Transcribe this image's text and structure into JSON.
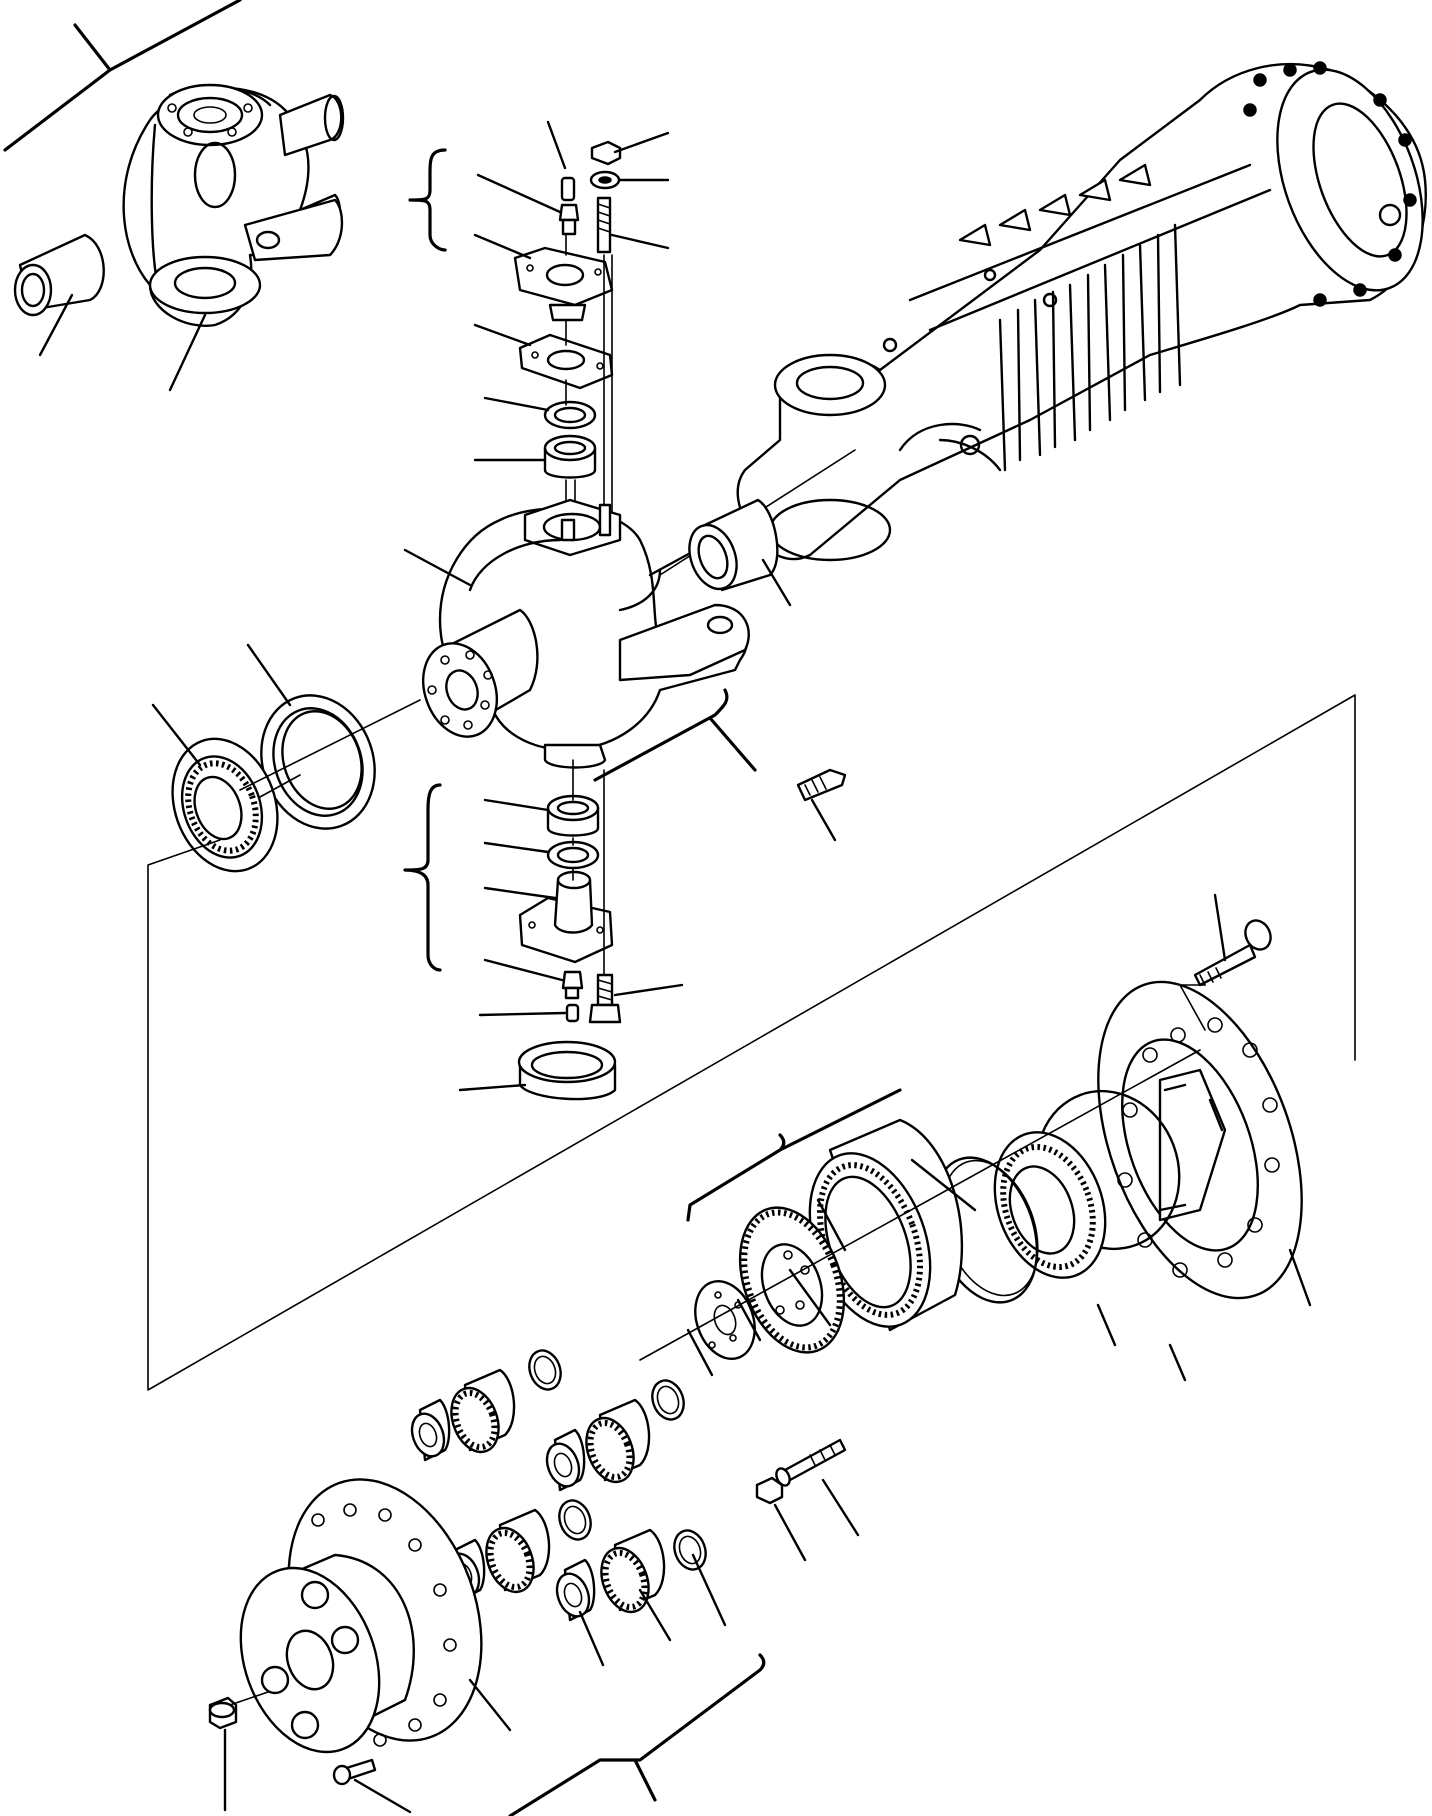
{
  "diagram": {
    "kind": "exploded-parts-view",
    "ink_color": "#000000",
    "paper_color": "#ffffff",
    "groups": [
      "kingpin-bushing-inset",
      "upper-kingpin-stack",
      "steering-knuckle",
      "axle-housing",
      "wheel-bearings",
      "lower-kingpin-stack",
      "wheel-hub",
      "ring-gear-assembly",
      "planetary-carrier",
      "planetary-gears",
      "hub-cover"
    ]
  }
}
